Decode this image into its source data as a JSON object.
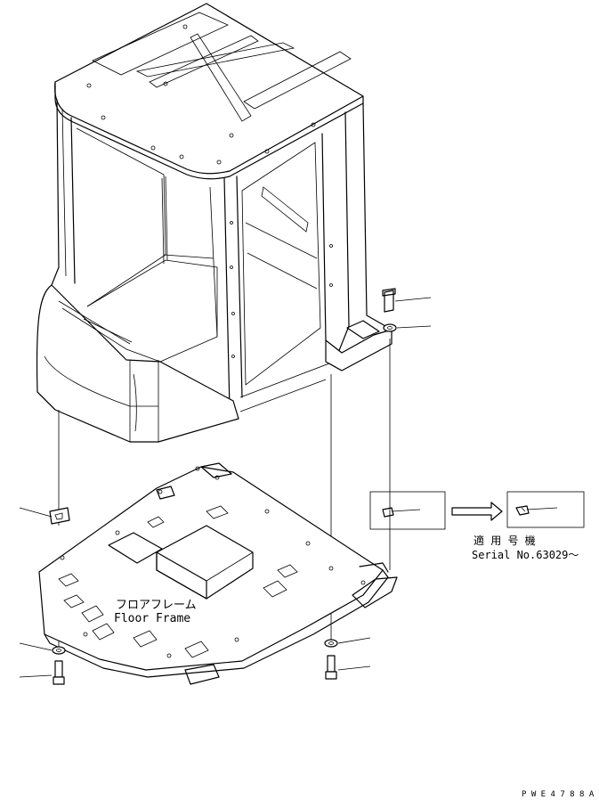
{
  "labels": {
    "floor_frame_jp": "フロアフレーム",
    "floor_frame_en": "Floor Frame",
    "serial_jp": "適 用 号 機",
    "serial_en": "Serial No.63029～",
    "drawing_code": "P W E 4 7 8 8 A"
  }
}
